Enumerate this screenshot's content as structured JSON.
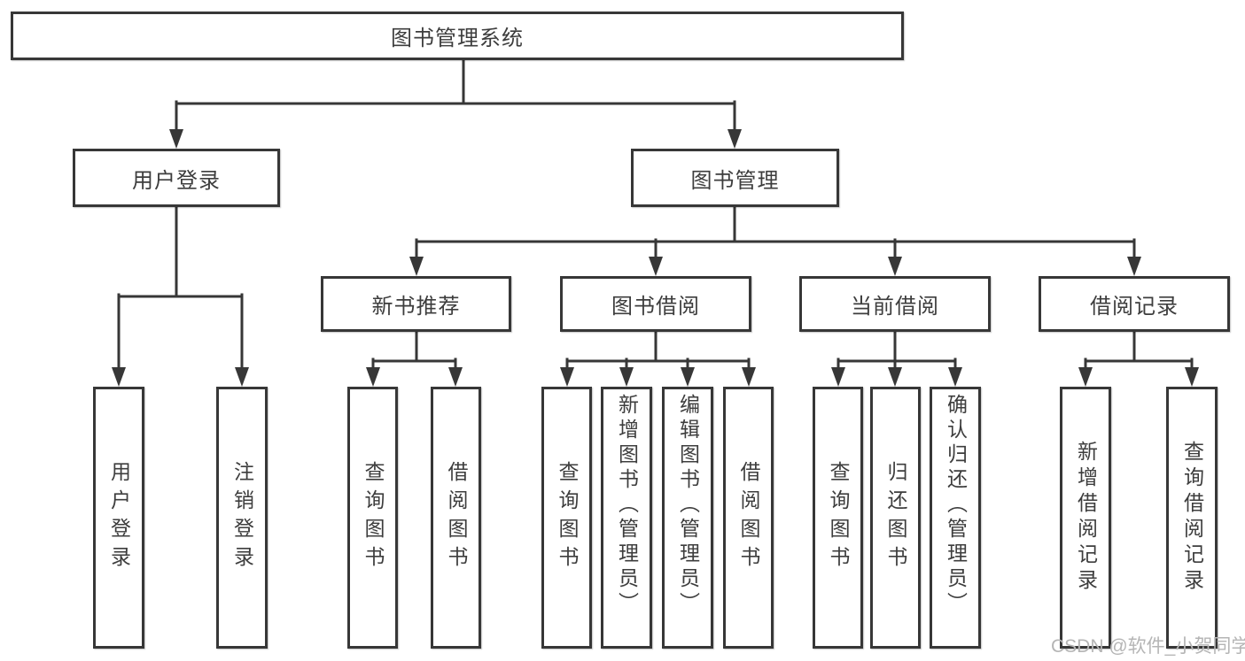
{
  "colors": {
    "line": "#373737",
    "text": "#3d3d3d",
    "watermark": "#b5b5b5",
    "background": "#ffffff"
  },
  "diagram": {
    "root": {
      "label": "图书管理系统"
    },
    "modules": [
      {
        "label": "用户登录",
        "children": [
          {
            "label": "用户登录"
          },
          {
            "label": "注销登录"
          }
        ]
      },
      {
        "label": "图书管理",
        "children": [
          {
            "label": "新书推荐",
            "children": [
              {
                "label": "查询图书"
              },
              {
                "label": "借阅图书"
              }
            ]
          },
          {
            "label": "图书借阅",
            "children": [
              {
                "label": "查询图书"
              },
              {
                "label": "新增图书（管理员）"
              },
              {
                "label": "编辑图书（管理员）"
              },
              {
                "label": "借阅图书"
              }
            ]
          },
          {
            "label": "当前借阅",
            "children": [
              {
                "label": "查询图书"
              },
              {
                "label": "归还图书"
              },
              {
                "label": "确认归还（管理员）"
              }
            ]
          },
          {
            "label": "借阅记录",
            "children": [
              {
                "label": "新增借阅记录"
              },
              {
                "label": "查询借阅记录"
              }
            ]
          }
        ]
      }
    ]
  },
  "watermark": {
    "text": "CSDN @软件_小贺同学"
  }
}
